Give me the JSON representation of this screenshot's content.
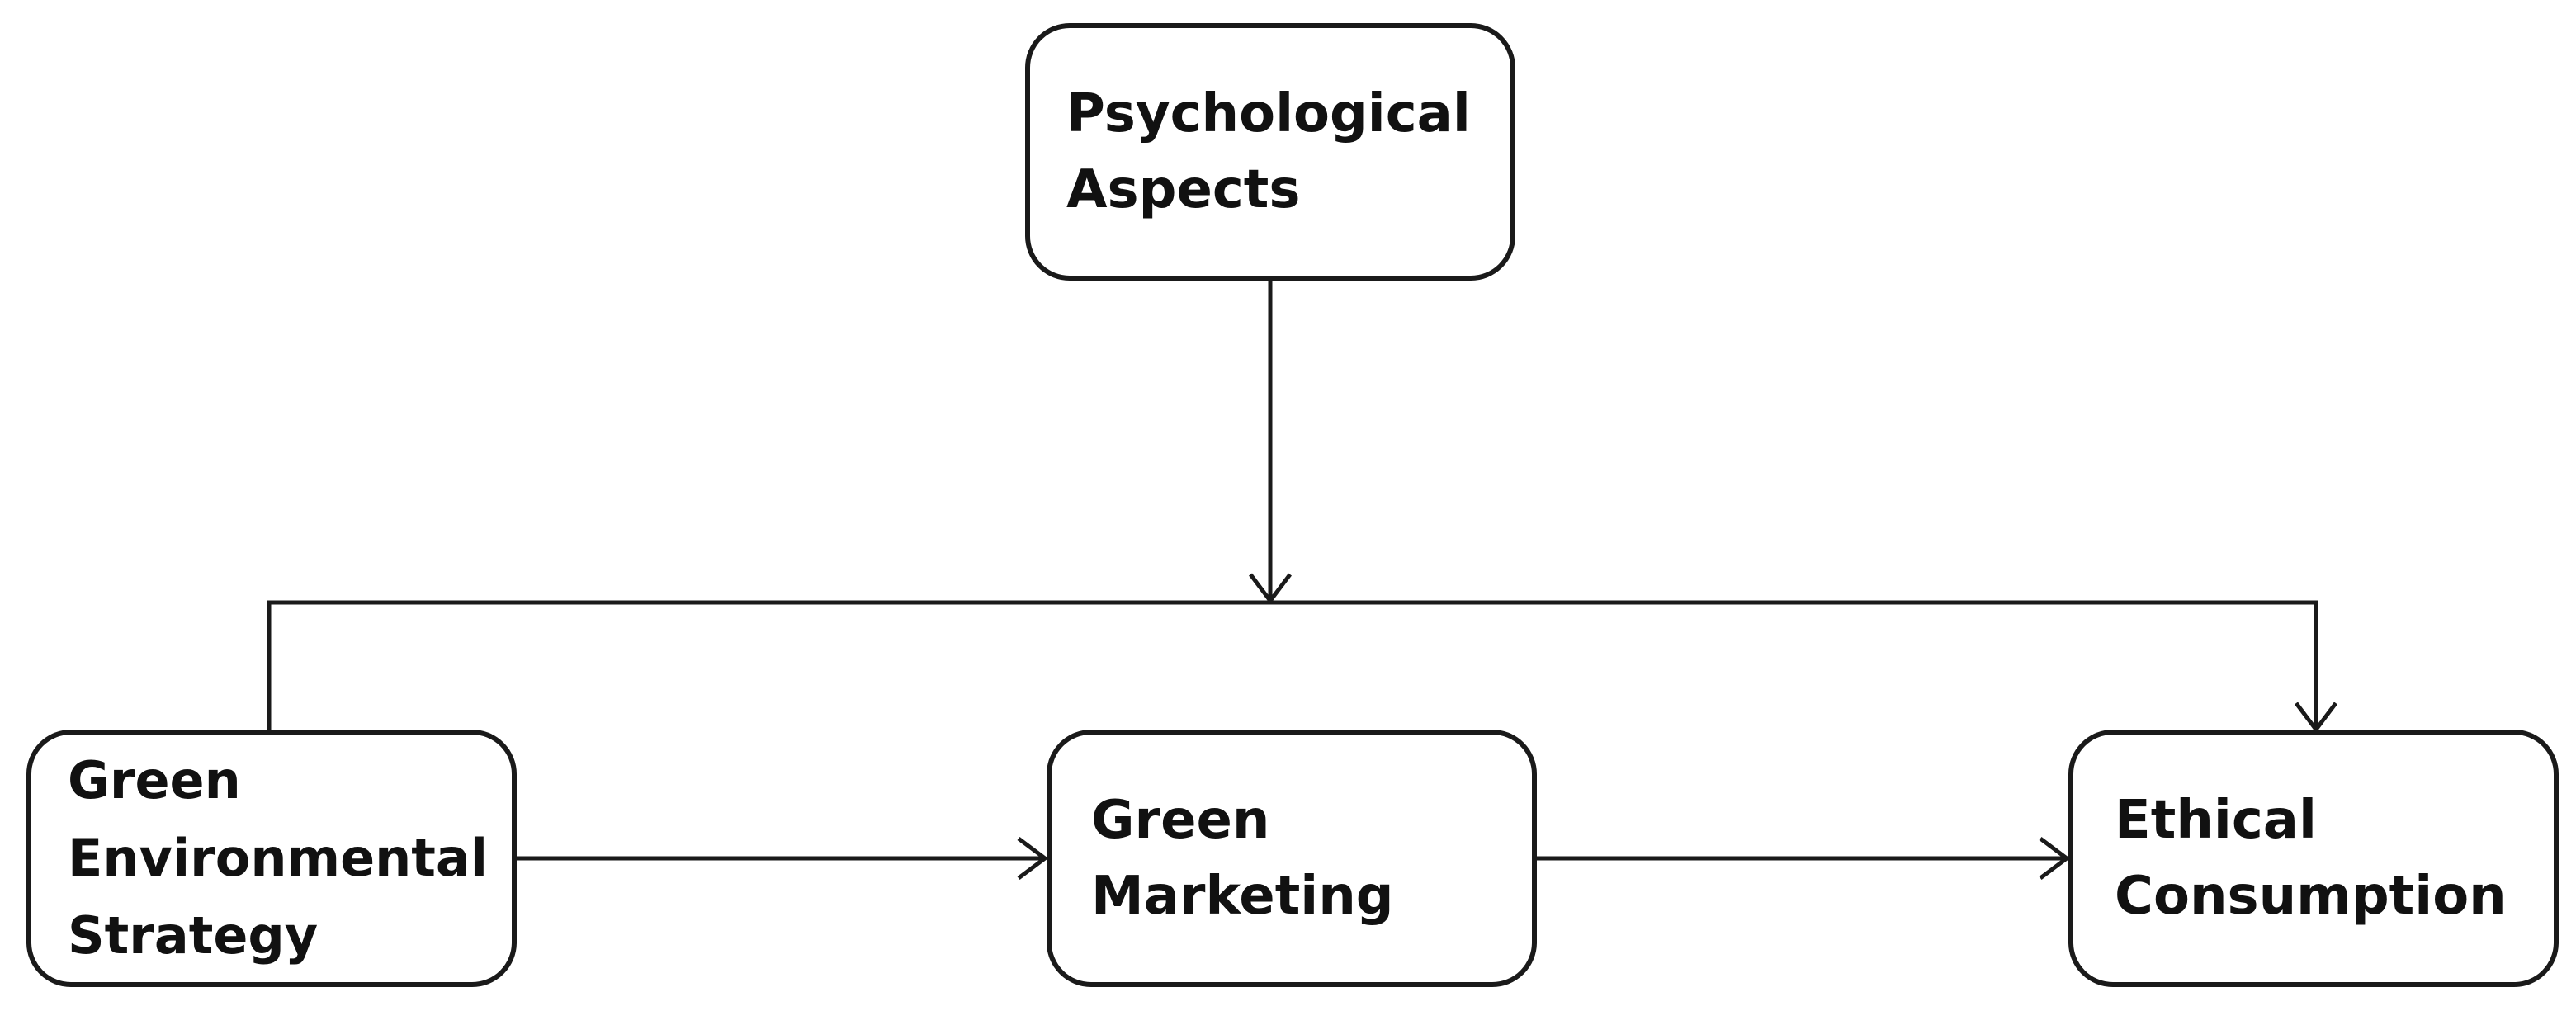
{
  "diagram": {
    "nodes": {
      "psychological_aspects": "Psychological\nAspects",
      "green_environmental_strategy": "Green\nEnvironmental\nStrategy",
      "green_marketing": "Green\nMarketing",
      "ethical_consumption": "Ethical\nConsumption"
    },
    "edges": [
      {
        "from": "green_environmental_strategy",
        "to": "green_marketing"
      },
      {
        "from": "green_marketing",
        "to": "ethical_consumption"
      },
      {
        "from": "green_environmental_strategy",
        "to": "ethical_consumption",
        "via": "top-bracket"
      },
      {
        "from": "psychological_aspects",
        "to": "green_environmental_strategy->ethical_consumption",
        "type": "moderation"
      }
    ],
    "colors": {
      "stroke": "#1a1a1a",
      "text": "#111111",
      "background": "#ffffff"
    }
  }
}
